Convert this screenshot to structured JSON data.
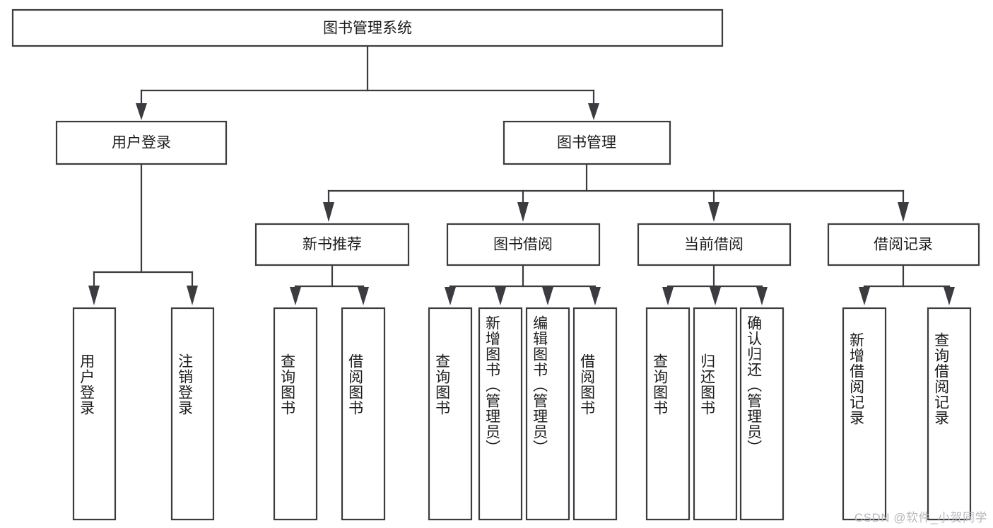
{
  "diagram": {
    "type": "hierarchy-tree",
    "title": "图书管理系统",
    "orientation": "top-down",
    "colors": {
      "background": "#ffffff",
      "node_fill": "#ffffff",
      "node_stroke": "#3b3b40",
      "connector": "#3b3b40",
      "text": "#1c1c1e",
      "watermark": "#b9b9bd"
    },
    "levels": {
      "root": {
        "label": "图书管理系统"
      },
      "level2": [
        {
          "label": "用户登录"
        },
        {
          "label": "图书管理"
        }
      ],
      "level3": [
        {
          "label": "新书推荐"
        },
        {
          "label": "图书借阅"
        },
        {
          "label": "当前借阅"
        },
        {
          "label": "借阅记录"
        }
      ],
      "leaves": [
        {
          "label": "用户登录",
          "parent": "用户登录"
        },
        {
          "label": "注销登录",
          "parent": "用户登录"
        },
        {
          "label": "查询图书",
          "parent": "新书推荐"
        },
        {
          "label": "借阅图书",
          "parent": "新书推荐"
        },
        {
          "label": "查询图书",
          "parent": "图书借阅"
        },
        {
          "label": "新增图书（管理员）",
          "parent": "图书借阅"
        },
        {
          "label": "编辑图书（管理员）",
          "parent": "图书借阅"
        },
        {
          "label": "借阅图书",
          "parent": "图书借阅"
        },
        {
          "label": "查询图书",
          "parent": "当前借阅"
        },
        {
          "label": "归还图书",
          "parent": "当前借阅"
        },
        {
          "label": "确认归还（管理员）",
          "parent": "当前借阅"
        },
        {
          "label": "新增借阅记录",
          "parent": "借阅记录"
        },
        {
          "label": "查询借阅记录",
          "parent": "借阅记录"
        }
      ]
    }
  },
  "watermark": {
    "text": "CSDN @软件_小贺同学"
  }
}
